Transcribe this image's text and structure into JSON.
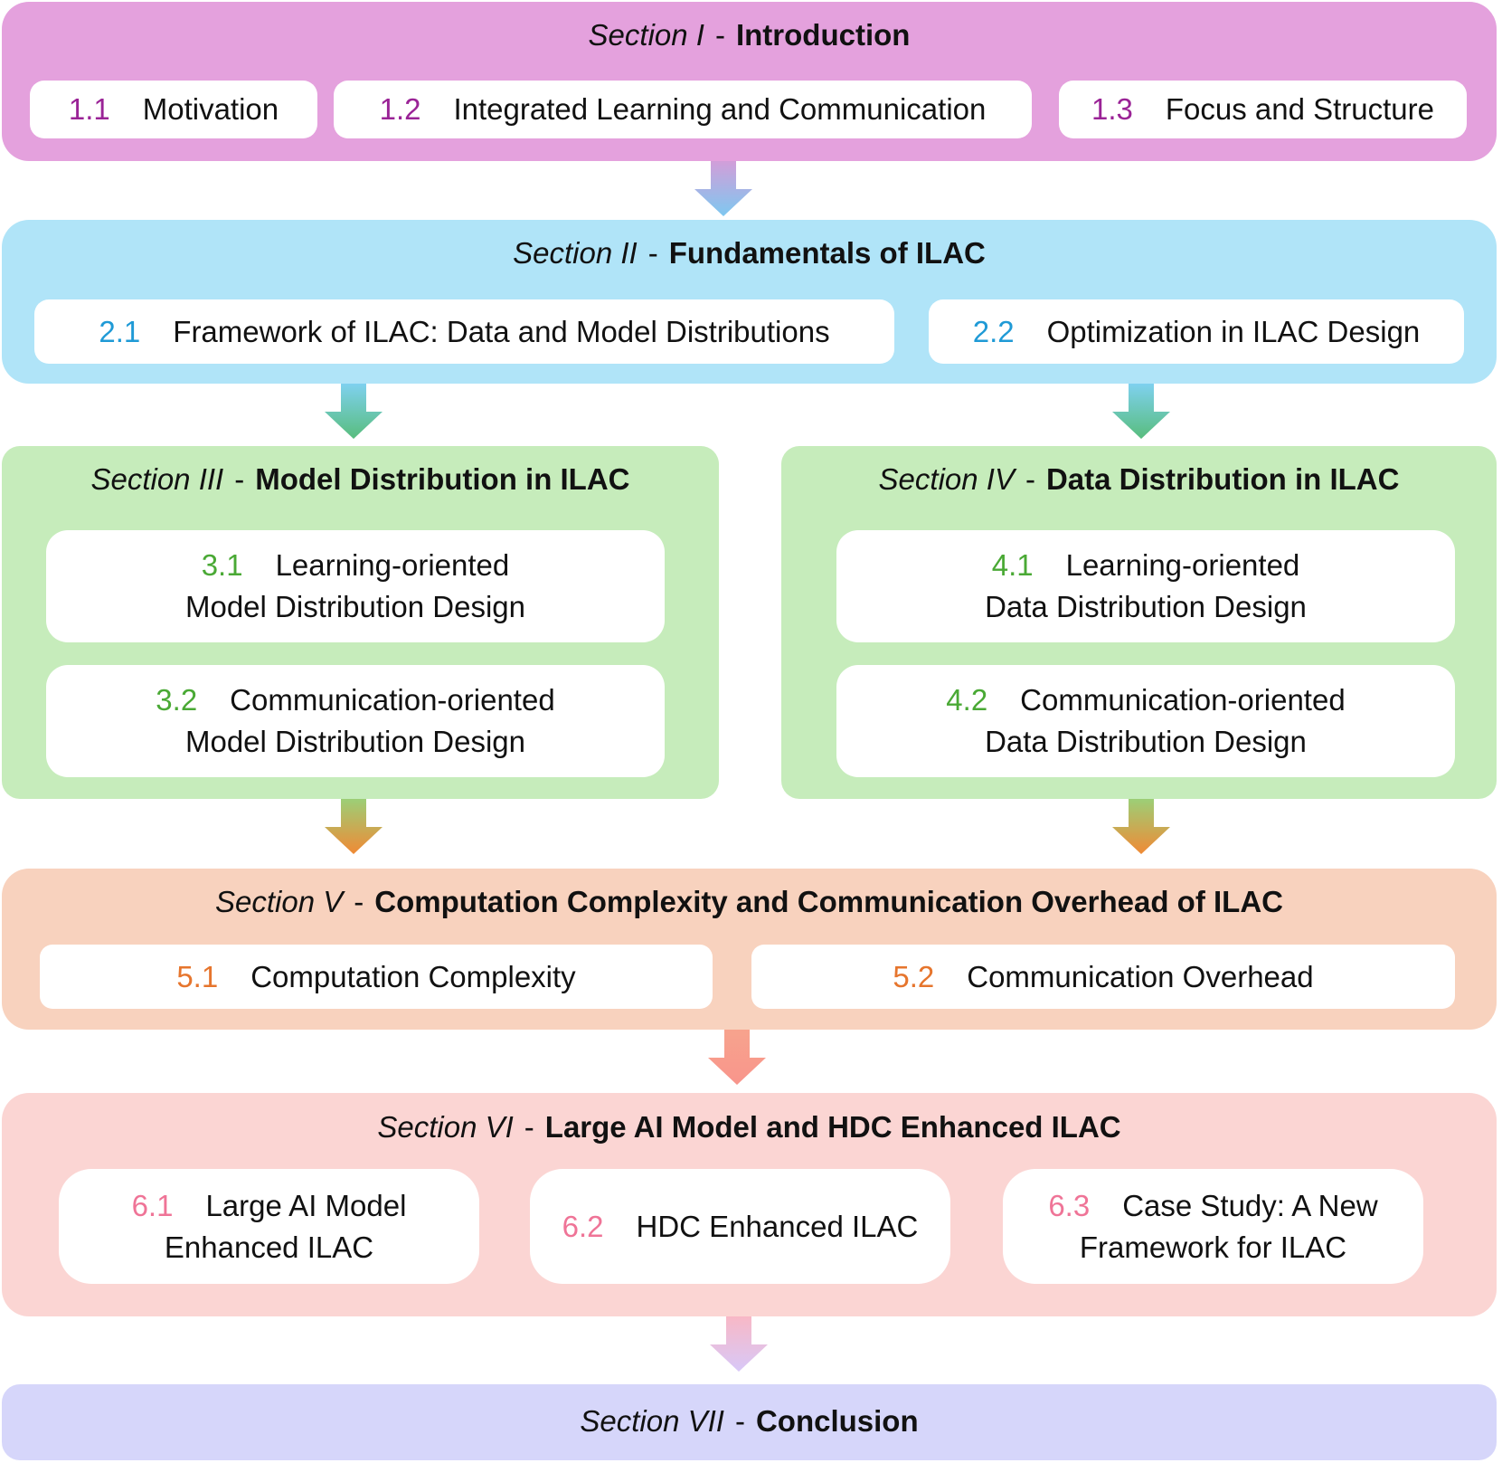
{
  "sections": [
    {
      "label": "Section I",
      "title": "Introduction",
      "bg": "#e4a1dd",
      "num_color": "#9a2396",
      "items": [
        {
          "num": "1.1",
          "text": "Motivation"
        },
        {
          "num": "1.2",
          "text": "Integrated Learning and Communication"
        },
        {
          "num": "1.3",
          "text": "Focus and Structure"
        }
      ]
    },
    {
      "label": "Section II",
      "title": "Fundamentals of ILAC",
      "bg": "#b0e4f8",
      "num_color": "#1f9ad6",
      "items": [
        {
          "num": "2.1",
          "text": "Framework of ILAC: Data and Model Distributions"
        },
        {
          "num": "2.2",
          "text": "Optimization in ILAC Design"
        }
      ]
    },
    {
      "label": "Section III",
      "title": "Model Distribution in ILAC",
      "bg": "#c6ecbb",
      "num_color": "#4aa935",
      "items": [
        {
          "num": "3.1",
          "line1": "Learning-oriented",
          "line2": "Model Distribution Design"
        },
        {
          "num": "3.2",
          "line1": "Communication-oriented",
          "line2": "Model Distribution Design"
        }
      ]
    },
    {
      "label": "Section IV",
      "title": "Data Distribution in ILAC",
      "bg": "#c6ecbb",
      "num_color": "#4aa935",
      "items": [
        {
          "num": "4.1",
          "line1": "Learning-oriented",
          "line2": "Data Distribution Design"
        },
        {
          "num": "4.2",
          "line1": "Communication-oriented",
          "line2": "Data Distribution Design"
        }
      ]
    },
    {
      "label": "Section V",
      "title": "Computation Complexity and Communication Overhead of ILAC",
      "bg": "#f8d2be",
      "num_color": "#e6752d",
      "items": [
        {
          "num": "5.1",
          "text": "Computation Complexity"
        },
        {
          "num": "5.2",
          "text": "Communication Overhead"
        }
      ]
    },
    {
      "label": "Section VI",
      "title": "Large AI Model and HDC Enhanced ILAC",
      "bg": "#fbd5d3",
      "num_color": "#ef7497",
      "items": [
        {
          "num": "6.1",
          "line1": "Large AI Model",
          "line2": "Enhanced ILAC"
        },
        {
          "num": "6.2",
          "text": "HDC Enhanced ILAC"
        },
        {
          "num": "6.3",
          "line1": "Case Study: A New",
          "line2": "Framework for ILAC"
        }
      ]
    },
    {
      "label": "Section VII",
      "title": "Conclusion",
      "bg": "#d6d6fa"
    }
  ],
  "arrows": [
    {
      "from": "Section I",
      "to": "Section II",
      "top_color": "#d29ed9",
      "bottom_color": "#7ec8f0"
    },
    {
      "from": "Section II",
      "to": "Section III",
      "top_color": "#7fd1ef",
      "bottom_color": "#58bd7d"
    },
    {
      "from": "Section II",
      "to": "Section IV",
      "top_color": "#7fd1ef",
      "bottom_color": "#58bd7d"
    },
    {
      "from": "Section III",
      "to": "Section V",
      "top_color": "#9ccf77",
      "bottom_color": "#f08a35"
    },
    {
      "from": "Section IV",
      "to": "Section V",
      "top_color": "#9ccf77",
      "bottom_color": "#f08a35"
    },
    {
      "from": "Section V",
      "to": "Section VI",
      "top_color": "#f7a38d",
      "bottom_color": "#f8958c"
    },
    {
      "from": "Section VI",
      "to": "Section VII",
      "top_color": "#f8b8c6",
      "bottom_color": "#d8c8f8"
    }
  ]
}
